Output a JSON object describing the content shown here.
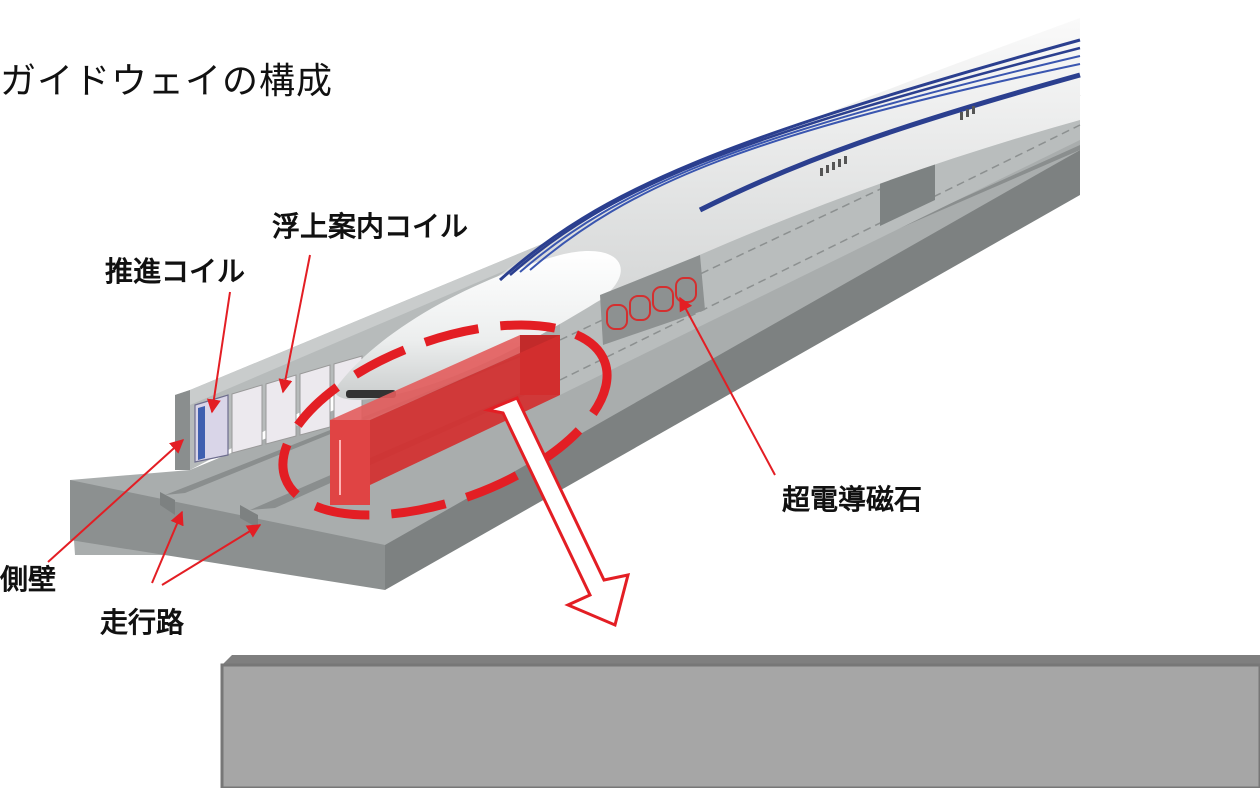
{
  "title": "ガイドウェイの構成",
  "labels": {
    "levitation_coil": "浮上案内コイル",
    "propulsion_coil": "推進コイル",
    "sc_magnet": "超電導磁石",
    "side_wall": "側壁",
    "running_path": "走行路"
  },
  "colors": {
    "accent_red": "#e31e24",
    "magnet_fill": "#d42f2f",
    "guideway_gray": "#9ea3a3",
    "box_gray": "#a6a6a6",
    "train_white": "#f4f4f4",
    "train_stripe": "#2b3f8f"
  }
}
